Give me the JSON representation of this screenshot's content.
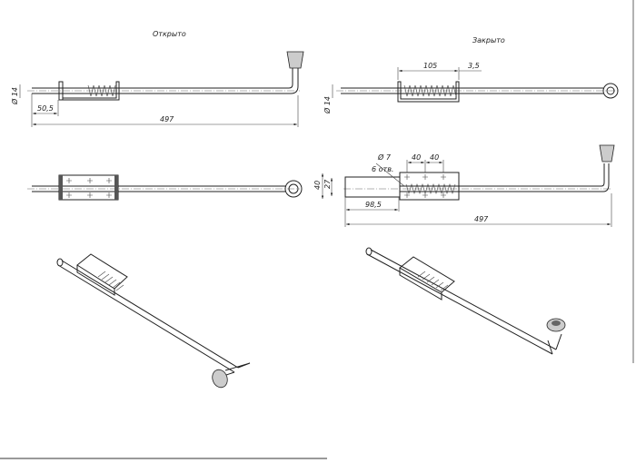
{
  "views": {
    "open": {
      "title": "Открыто",
      "dim_diameter": "Ø 14",
      "dim_offset": "50,5",
      "dim_length": "497"
    },
    "closed": {
      "title": "Закрыто",
      "dim_diameter": "Ø 14",
      "dim_spring": "105",
      "dim_gap": "3,5"
    },
    "closed_front": {
      "dim_hole": "Ø 7",
      "dim_holes_count": "6 отв.",
      "dim_pitch_1": "40",
      "dim_pitch_2": "40",
      "dim_height": "40",
      "dim_inner": "27",
      "dim_receiver": "98,5",
      "dim_length": "497"
    }
  }
}
